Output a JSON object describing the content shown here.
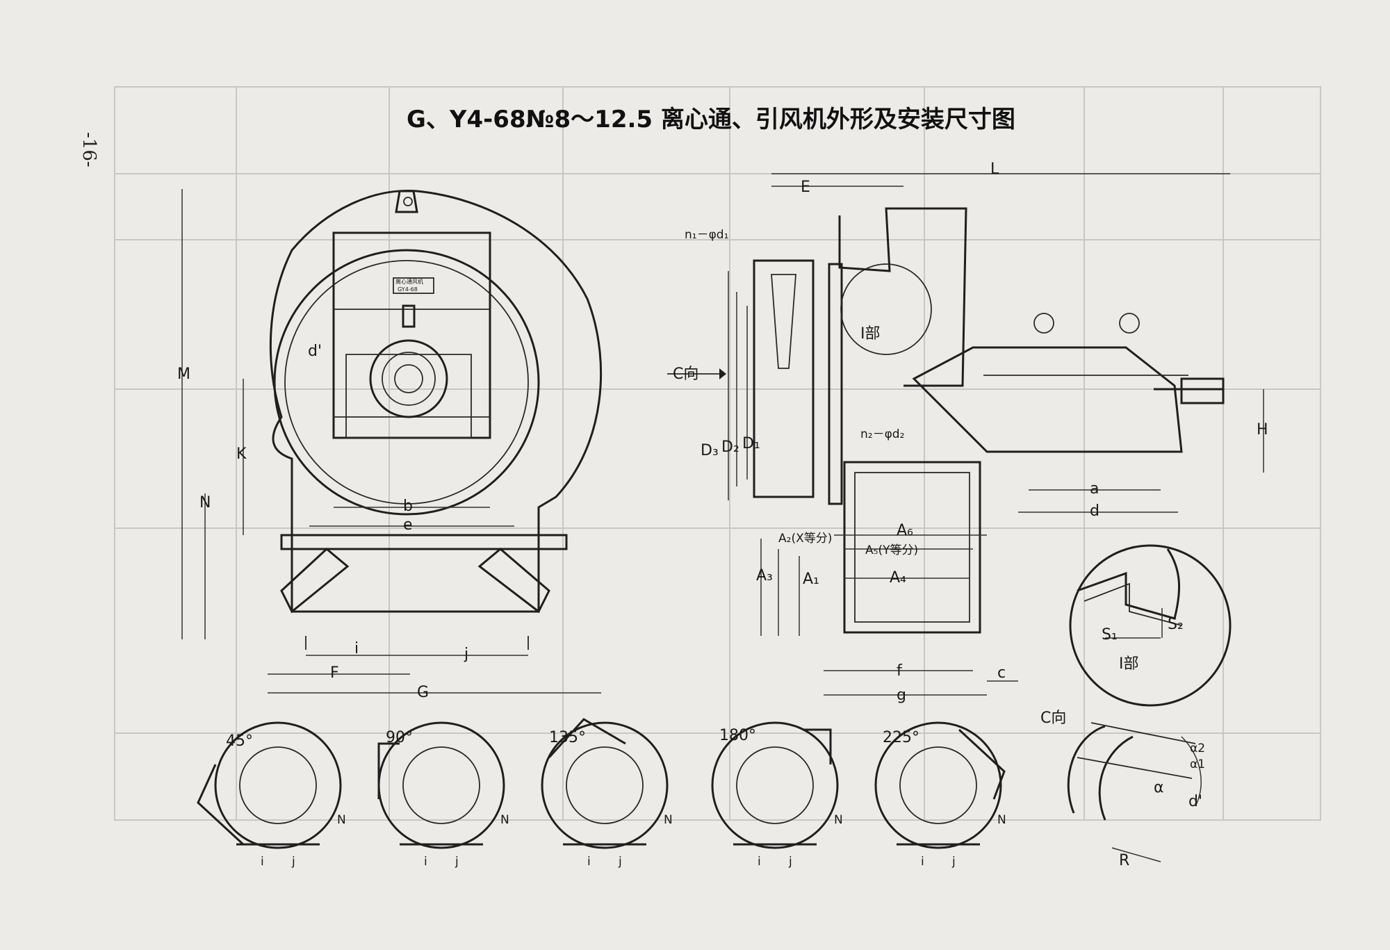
{
  "title": "G、Y4-68№8～12.5 离心通、引风机外形及安装尺寸图",
  "page_number": "-16-",
  "nameplate": [
    "离心通风机",
    "GY4-68"
  ],
  "front_view": {
    "labels": {
      "M": "M",
      "K": "K",
      "N": "N",
      "d_prime": "d'",
      "b": "b",
      "e": "e",
      "i": "i",
      "j": "j",
      "F": "F",
      "G": "G"
    }
  },
  "side_view": {
    "labels": {
      "L": "L",
      "E": "E",
      "n1": "n₁－φd₁",
      "I_part": "I部",
      "C_dir": "C向",
      "D1": "D₁",
      "D2": "D₂",
      "D3": "D₃",
      "n2": "n₂－φd₂",
      "A6": "A₆",
      "A5": "A₅(Y等分)",
      "A4": "A₄",
      "A1": "A₁",
      "A2": "A₂(X等分)",
      "A3": "A₃",
      "f": "f",
      "g": "g",
      "c": "c",
      "a": "a",
      "d": "d",
      "H": "H"
    }
  },
  "detail_I": {
    "label": "I部",
    "S1": "S₁",
    "S2": "S₂"
  },
  "detail_C": {
    "label": "C向",
    "R": "R",
    "alpha": "α",
    "d_prime": "d'",
    "a1": "α1",
    "a2": "α2"
  },
  "rotations": [
    {
      "angle": "45°",
      "i": "i",
      "j": "j",
      "N": "N"
    },
    {
      "angle": "90°",
      "i": "i",
      "j": "j",
      "N": "N"
    },
    {
      "angle": "135°",
      "i": "i",
      "j": "j",
      "N": "N"
    },
    {
      "angle": "180°",
      "i": "i",
      "j": "j",
      "N": "N"
    },
    {
      "angle": "225°",
      "i": "i",
      "j": "j",
      "N": "N"
    }
  ]
}
